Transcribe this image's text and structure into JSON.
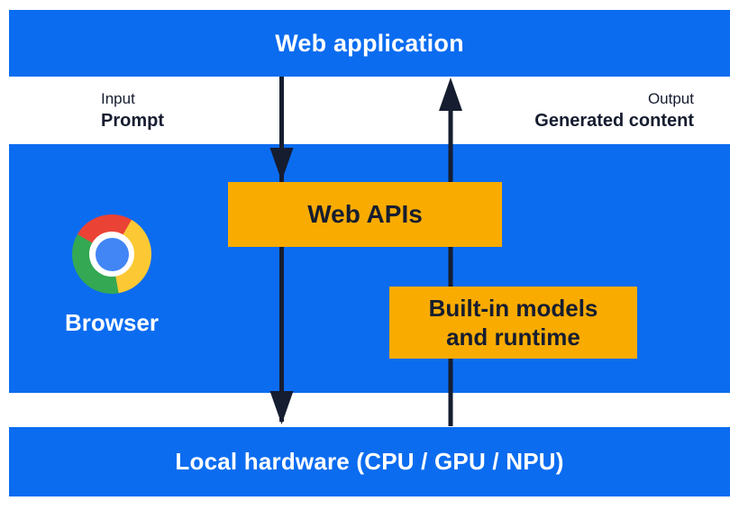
{
  "colors": {
    "blue": "#0b6cf0",
    "yellow": "#f9ab00",
    "ink": "#161d30",
    "white": "#ffffff",
    "chrome-red": "#ea4335",
    "chrome-yellow": "#fcc934",
    "chrome-green": "#34a853",
    "chrome-blue": "#4285f4"
  },
  "layers": {
    "web_application": {
      "label": "Web application"
    },
    "browser": {
      "label": "Browser"
    },
    "local_hardware": {
      "label": "Local hardware (CPU / GPU / NPU)"
    }
  },
  "flow": {
    "input_title": "Input",
    "input_value": "Prompt",
    "output_title": "Output",
    "output_value": "Generated content"
  },
  "boxes": {
    "web_apis": "Web APIs",
    "builtin_models": "Built-in models\nand runtime"
  },
  "icons": {
    "chrome_logo": "chrome-browser-logo"
  }
}
